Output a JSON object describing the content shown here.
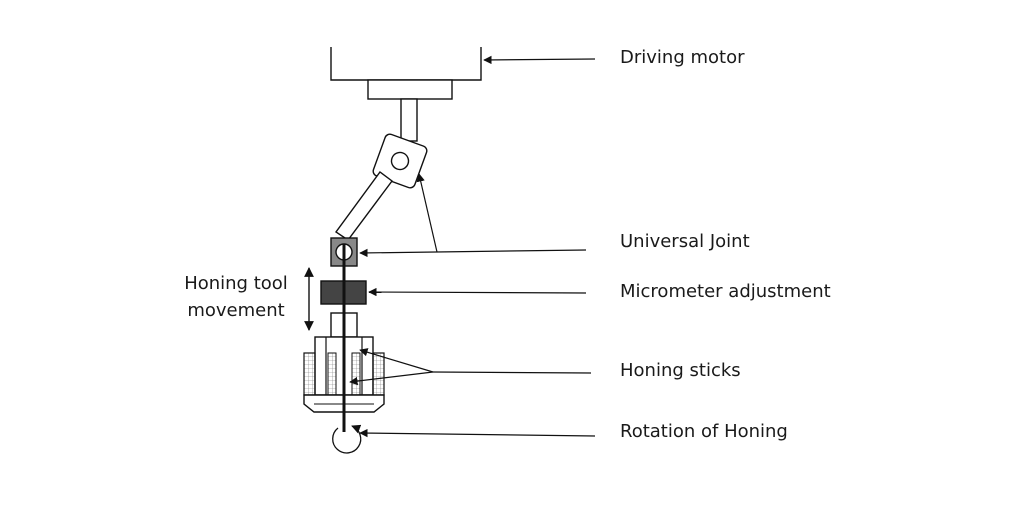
{
  "labels": {
    "driving_motor": "Driving motor",
    "universal_joint": "Universal Joint",
    "micrometer_adjustment": "Micrometer adjustment",
    "honing_sticks": "Honing sticks",
    "rotation_of_honing": "Rotation of Honing",
    "honing_tool_movement_line1": "Honing tool",
    "honing_tool_movement_line2": "movement"
  },
  "colors": {
    "stroke": "#111111",
    "dark_fill": "#444444",
    "joint_fill": "#888888",
    "background": "#ffffff"
  }
}
